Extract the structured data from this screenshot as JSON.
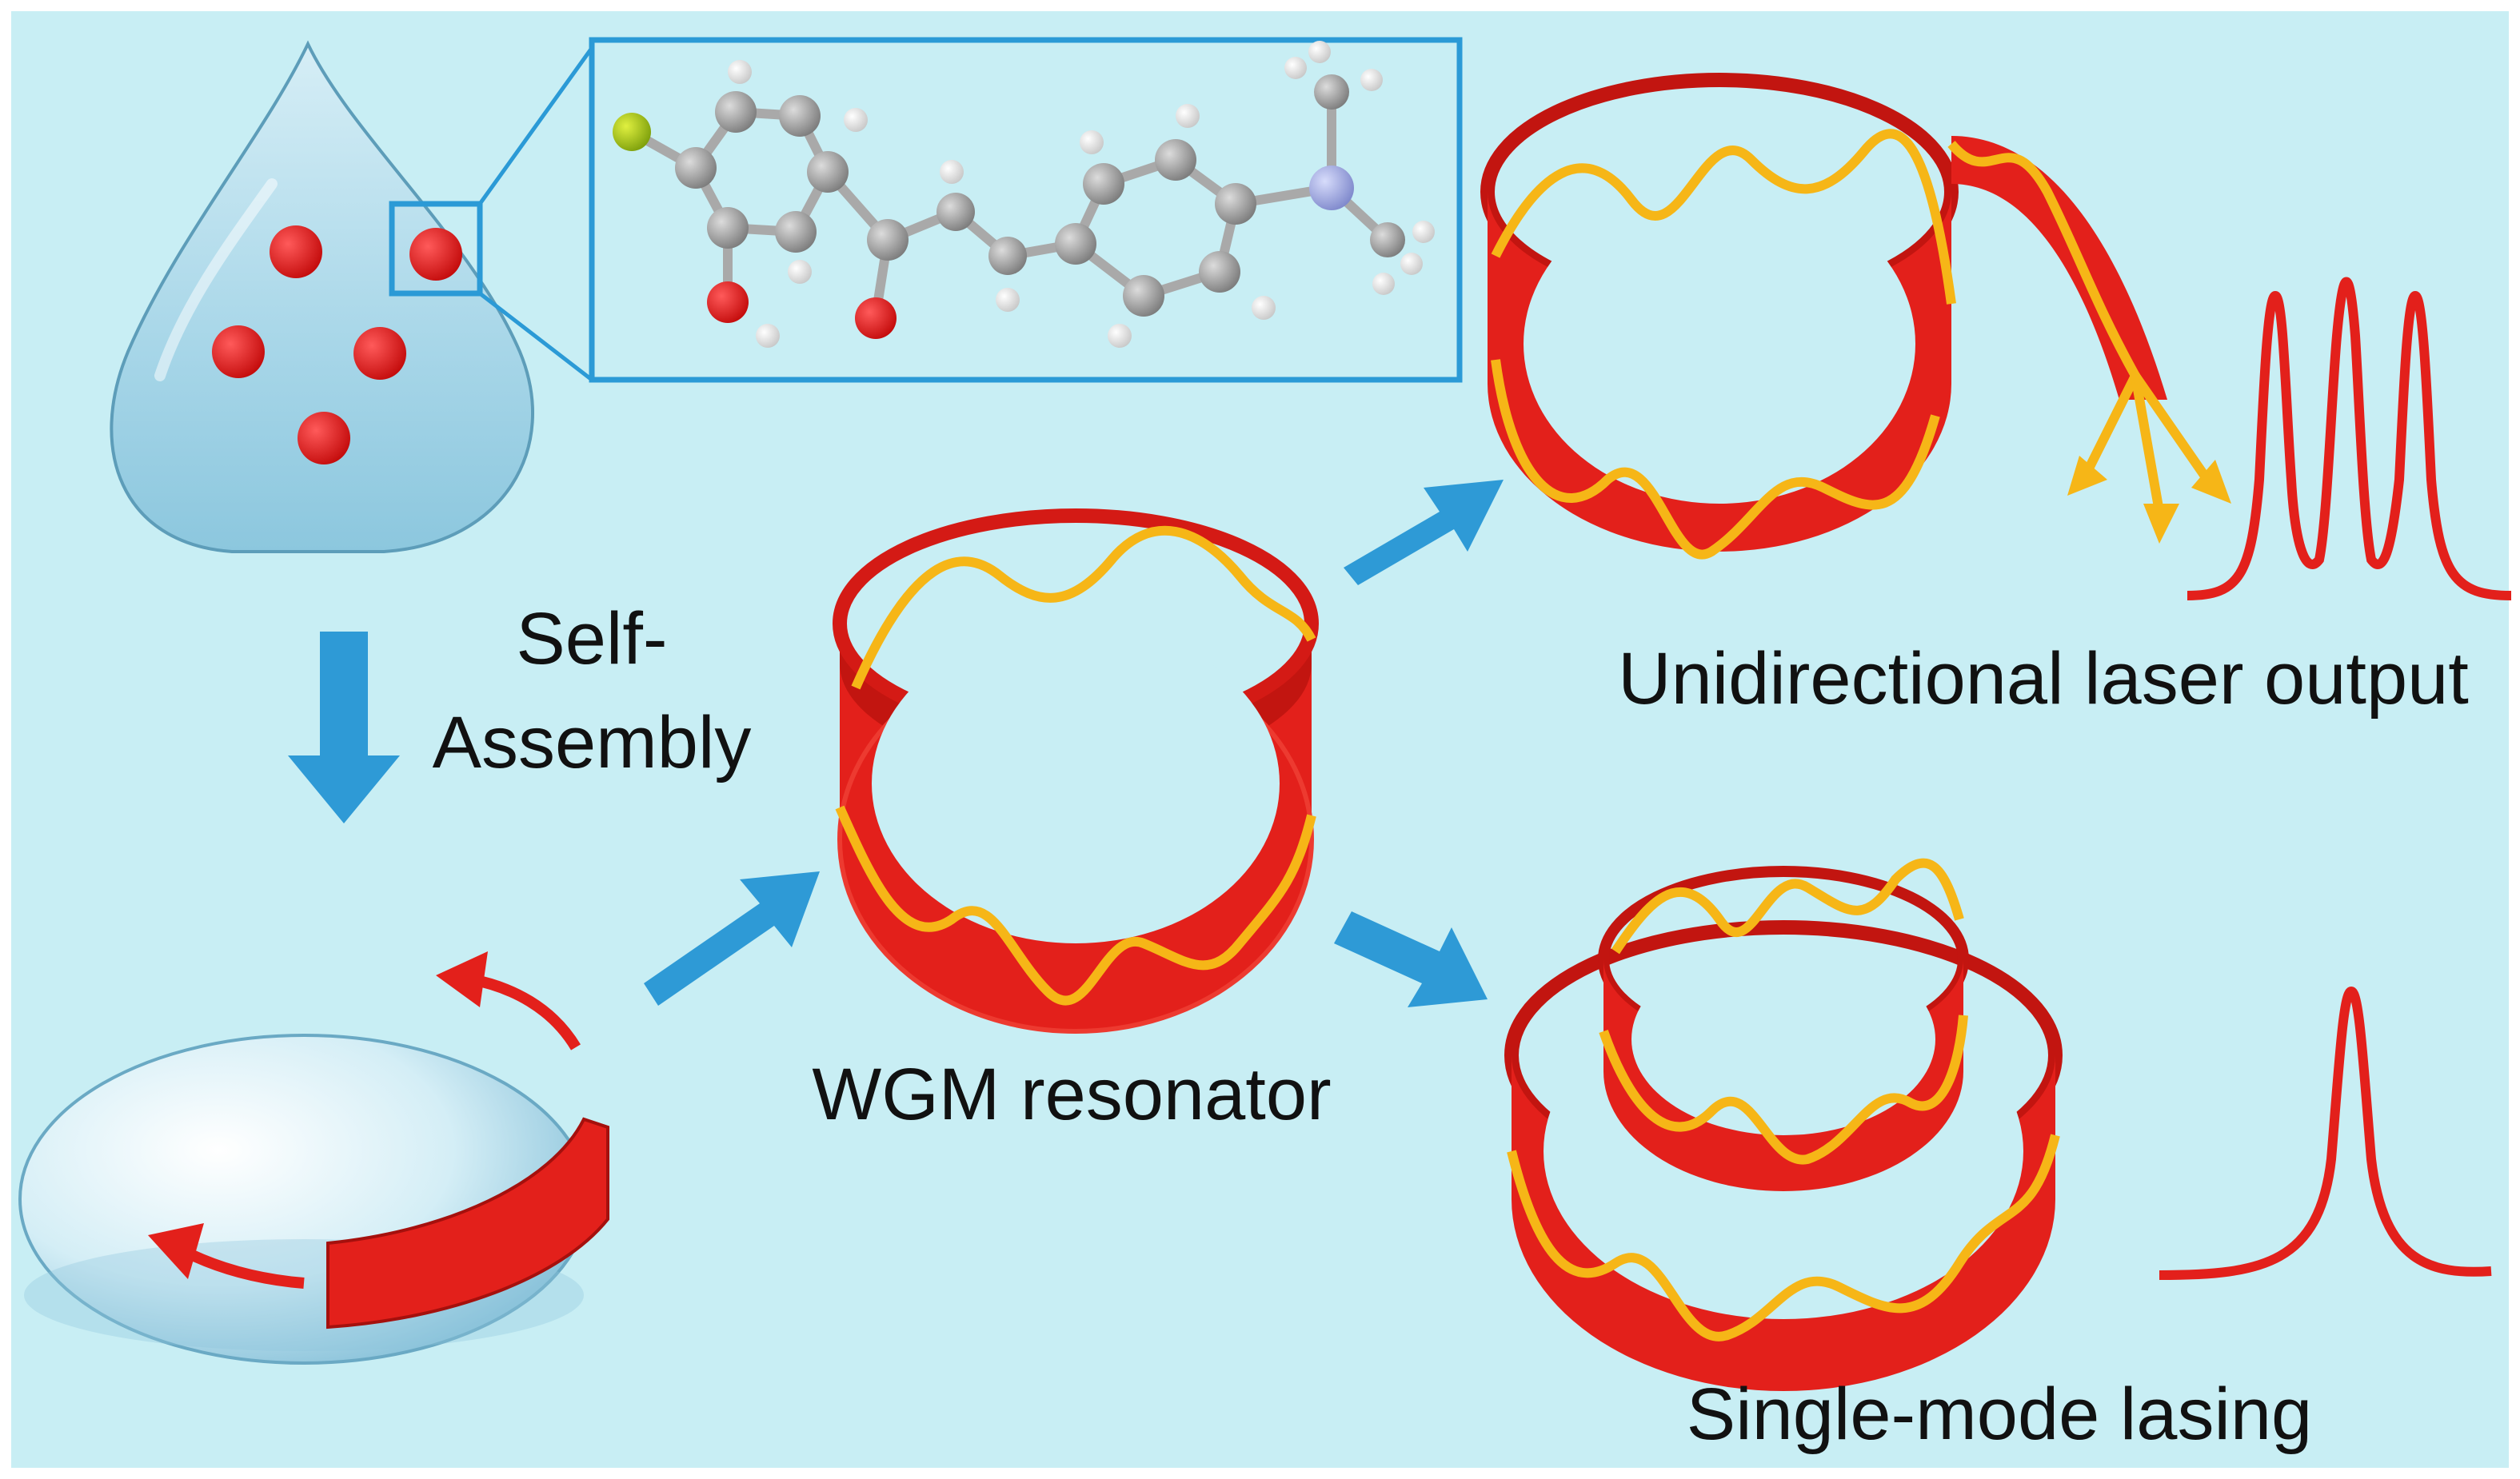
{
  "labels": {
    "self_assembly_line1": "Self-",
    "self_assembly_line2": "Assembly",
    "wgm_resonator": "WGM resonator",
    "unidirectional_output": "Unidirectional laser output",
    "single_mode_lasing": "Single-mode lasing"
  },
  "colors": {
    "background": "#c8eef4",
    "ring_red": "#e3201b",
    "ring_dark_red": "#a5100d",
    "wave_yellow": "#f6b617",
    "arrow_blue": "#2e9ad6",
    "droplet_blue": "#a9d8ea",
    "carbon_gray": "#9a9a9a",
    "oxygen_red": "#e01414",
    "nitrogen_blue": "#9fa8e0",
    "chlorine_green": "#a6cc1c"
  },
  "icons": {
    "droplet": "solution-droplet",
    "film": "evaporating-droplet-film",
    "molecule": "chalcone-molecule-ball-and-stick",
    "resonator": "ring-resonator",
    "spectrum_multi": "multi-peak-spectrum",
    "spectrum_single": "single-peak-spectrum"
  }
}
